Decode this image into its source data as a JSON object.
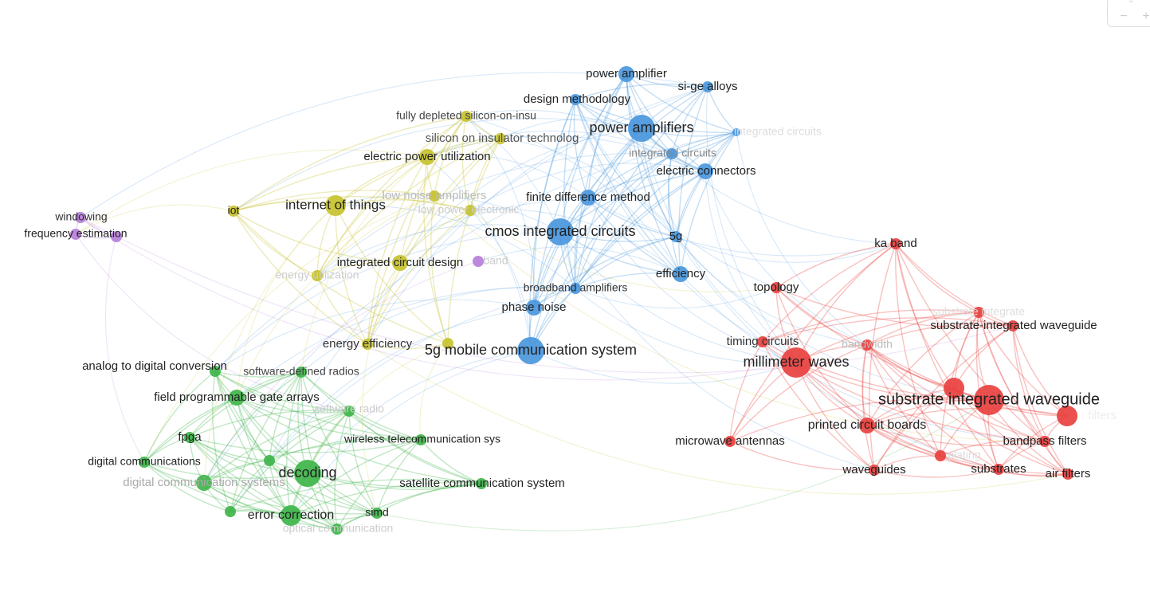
{
  "colors": {
    "red": "#e8413f",
    "green": "#3fb54a",
    "blue": "#4a97dd",
    "yellow": "#c7c22f",
    "purple": "#b77fd9"
  },
  "controls": {
    "zoom_out_icon": "minus-icon",
    "zoom_in_icon": "plus-icon",
    "zoom_out_glyph": "−",
    "zoom_in_glyph": "+",
    "chevron_glyph": "⌄"
  },
  "nodes": [
    {
      "id": "power-amplifier",
      "label": "power amplifier",
      "cluster": "blue",
      "weight": 3
    },
    {
      "id": "si-ge-alloys",
      "label": "si-ge alloys",
      "cluster": "blue",
      "weight": 2
    },
    {
      "id": "design-methodology",
      "label": "design methodology",
      "cluster": "blue",
      "weight": 2
    },
    {
      "id": "power-amplifiers",
      "label": "power amplifiers",
      "cluster": "blue",
      "weight": 5
    },
    {
      "id": "integrated-circuits-a",
      "label": "integrated circuits",
      "cluster": "blue",
      "weight": 2
    },
    {
      "id": "integrated-circuits-b",
      "label": "integrated circuits",
      "cluster": "blue",
      "weight": 1
    },
    {
      "id": "electric-connectors",
      "label": "electric connectors",
      "cluster": "blue",
      "weight": 3
    },
    {
      "id": "finite-difference-method",
      "label": "finite difference method",
      "cluster": "blue",
      "weight": 3
    },
    {
      "id": "cmos-integrated-circuits",
      "label": "cmos integrated circuits",
      "cluster": "blue",
      "weight": 5
    },
    {
      "id": "5g",
      "label": "5g",
      "cluster": "blue",
      "weight": 2
    },
    {
      "id": "efficiency",
      "label": "efficiency",
      "cluster": "blue",
      "weight": 3
    },
    {
      "id": "broadband-amplifiers",
      "label": "broadband amplifiers",
      "cluster": "blue",
      "weight": 2
    },
    {
      "id": "phase-noise",
      "label": "phase noise",
      "cluster": "blue",
      "weight": 3
    },
    {
      "id": "5g-mobile-communication-system",
      "label": "5g mobile communication system",
      "cluster": "blue",
      "weight": 5
    },
    {
      "id": "fully-depleted",
      "label": "fully depleted silicon-on-insu",
      "cluster": "yellow",
      "weight": 2
    },
    {
      "id": "silicon-on-insulator",
      "label": "silicon on insulator technolog",
      "cluster": "yellow",
      "weight": 2
    },
    {
      "id": "electric-power-utilization",
      "label": "electric power utilization",
      "cluster": "yellow",
      "weight": 3
    },
    {
      "id": "low-noise-amplifiers",
      "label": "low noise amplifiers",
      "cluster": "yellow",
      "weight": 2
    },
    {
      "id": "low-power-electronic",
      "label": "low power electronic",
      "cluster": "yellow",
      "weight": 2
    },
    {
      "id": "internet-of-things",
      "label": "internet of things",
      "cluster": "yellow",
      "weight": 4
    },
    {
      "id": "iot",
      "label": "iot",
      "cluster": "yellow",
      "weight": 2
    },
    {
      "id": "integrated-circuit-design",
      "label": "integrated circuit design",
      "cluster": "yellow",
      "weight": 3
    },
    {
      "id": "energy-utilization",
      "label": "energy utilization",
      "cluster": "yellow",
      "weight": 2
    },
    {
      "id": "energy-efficiency",
      "label": "energy efficiency",
      "cluster": "yellow",
      "weight": 2
    },
    {
      "id": "yellow-node",
      "label": "",
      "cluster": "yellow",
      "weight": 2
    },
    {
      "id": "windowing",
      "label": "windowing",
      "cluster": "purple",
      "weight": 2
    },
    {
      "id": "frequency-estimation",
      "label": "frequency estimation",
      "cluster": "purple",
      "weight": 2
    },
    {
      "id": "purple-node",
      "label": "",
      "cluster": "purple",
      "weight": 2
    },
    {
      "id": "band",
      "label": "band",
      "cluster": "purple",
      "weight": 2
    },
    {
      "id": "analog-to-digital",
      "label": "analog to digital conversion",
      "cluster": "green",
      "weight": 2
    },
    {
      "id": "software-defined-radios",
      "label": "software-defined radios",
      "cluster": "green",
      "weight": 2
    },
    {
      "id": "field-programmable",
      "label": "field programmable gate arrays",
      "cluster": "green",
      "weight": 3
    },
    {
      "id": "software-radio",
      "label": "software radio",
      "cluster": "green",
      "weight": 2
    },
    {
      "id": "fpga",
      "label": "fpga",
      "cluster": "green",
      "weight": 2
    },
    {
      "id": "wireless-telecom",
      "label": "wireless telecommunication sys",
      "cluster": "green",
      "weight": 2
    },
    {
      "id": "digital-communications",
      "label": "digital communications",
      "cluster": "green",
      "weight": 2
    },
    {
      "id": "decoding",
      "label": "decoding",
      "cluster": "green",
      "weight": 5
    },
    {
      "id": "green-node",
      "label": "",
      "cluster": "green",
      "weight": 2
    },
    {
      "id": "digital-communication-systems",
      "label": "digital communication systems",
      "cluster": "green",
      "weight": 3
    },
    {
      "id": "satellite-communication",
      "label": "satellite communication system",
      "cluster": "green",
      "weight": 2
    },
    {
      "id": "error-correction",
      "label": "error correction",
      "cluster": "green",
      "weight": 4
    },
    {
      "id": "simd",
      "label": "simd",
      "cluster": "green",
      "weight": 2
    },
    {
      "id": "optical-communication",
      "label": "optical communication",
      "cluster": "green",
      "weight": 2
    },
    {
      "id": "green-node-b",
      "label": "",
      "cluster": "green",
      "weight": 2
    },
    {
      "id": "ka-band",
      "label": "ka band",
      "cluster": "red",
      "weight": 2
    },
    {
      "id": "topology",
      "label": "topology",
      "cluster": "red",
      "weight": 2
    },
    {
      "id": "siw-integrate",
      "label": "substrate integrate",
      "cluster": "red",
      "weight": 2
    },
    {
      "id": "siw-hyphen",
      "label": "substrate-integrated waveguide",
      "cluster": "red",
      "weight": 2
    },
    {
      "id": "bandwidth",
      "label": "bandwidth",
      "cluster": "red",
      "weight": 2
    },
    {
      "id": "timing-circuits",
      "label": "timing circuits",
      "cluster": "red",
      "weight": 2
    },
    {
      "id": "millimeter-waves",
      "label": "millimeter waves",
      "cluster": "red",
      "weight": 6
    },
    {
      "id": "red-node",
      "label": "",
      "cluster": "red",
      "weight": 4
    },
    {
      "id": "siw",
      "label": "substrate integrated waveguide",
      "cluster": "red",
      "weight": 6
    },
    {
      "id": "filters",
      "label": "filters",
      "cluster": "red",
      "weight": 4
    },
    {
      "id": "printed-circuit-boards",
      "label": "printed circuit boards",
      "cluster": "red",
      "weight": 3
    },
    {
      "id": "bandpass-filters",
      "label": "bandpass filters",
      "cluster": "red",
      "weight": 2
    },
    {
      "id": "microwave-antennas",
      "label": "microwave antennas",
      "cluster": "red",
      "weight": 2
    },
    {
      "id": "plating",
      "label": "plating",
      "cluster": "red",
      "weight": 2
    },
    {
      "id": "waveguides",
      "label": "waveguides",
      "cluster": "red",
      "weight": 2
    },
    {
      "id": "substrates",
      "label": "substrates",
      "cluster": "red",
      "weight": 2
    },
    {
      "id": "air-filters",
      "label": "air filters",
      "cluster": "red",
      "weight": 2
    }
  ]
}
